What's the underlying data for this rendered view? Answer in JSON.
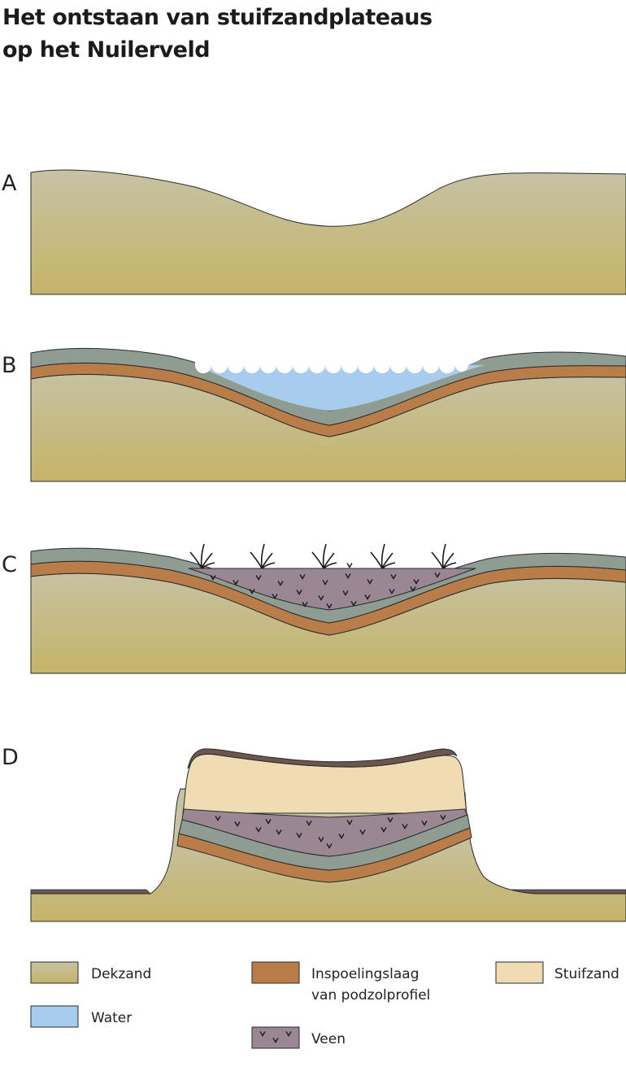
{
  "title": {
    "line1": "Het ontstaan van stuifzandplateaus",
    "line2": "op het Nuilerveld"
  },
  "panels": {
    "a": "A",
    "b": "B",
    "c": "C",
    "d": "D"
  },
  "legend": {
    "dekzand": "Dekzand",
    "water": "Water",
    "inspoeling_line1": "Inspoelingslaag",
    "inspoeling_line2": "van podzolprofiel",
    "veen": "Veen",
    "stuifzand": "Stuifzand"
  },
  "colors": {
    "dekzand_top": "#c6c2a4",
    "dekzand_bottom": "#c5b468",
    "grey_layer": "#8e9c92",
    "inspoeling": "#b87d48",
    "water": "#a8cdec",
    "veen": "#9b8694",
    "stuifzand": "#efdcb2",
    "topsoil": "#6b5650",
    "outline": "#2a2a2a"
  }
}
